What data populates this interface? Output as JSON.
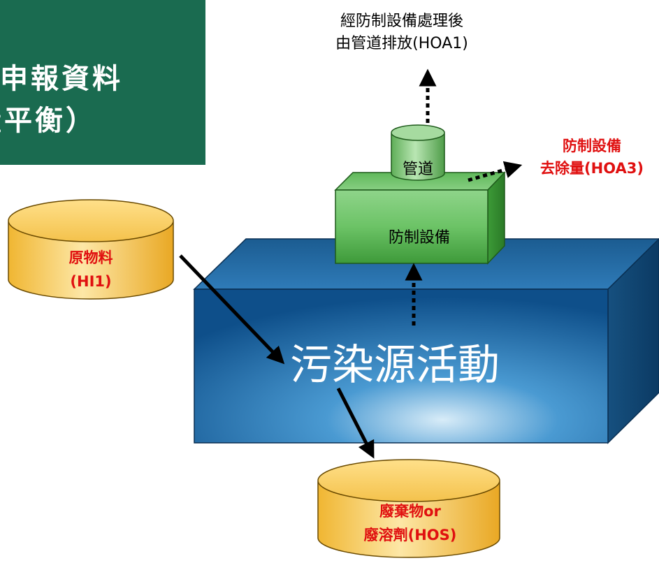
{
  "title": {
    "line1": "申報資料",
    "line2": "量平衡）"
  },
  "labels": {
    "exhaust_line1": "經防制設備處理後",
    "exhaust_line2": "由管道排放(HOA1)",
    "removal_line1": "防制設備",
    "removal_line2": "去除量(HOA3)",
    "stack": "管道",
    "control_device": "防制設備",
    "source_activity": "污染源活動",
    "raw_material_line1": "原物料",
    "raw_material_line2": "(HI1)",
    "waste_line1": "廢棄物or",
    "waste_line2": "廢溶劑(HOS)"
  },
  "colors": {
    "title_bg": "#1a6b50",
    "red_text": "#e01010",
    "block_blue": "#1e6aa8",
    "device_green": "#4caf50",
    "cylinder_yellow": "#f5c242"
  }
}
